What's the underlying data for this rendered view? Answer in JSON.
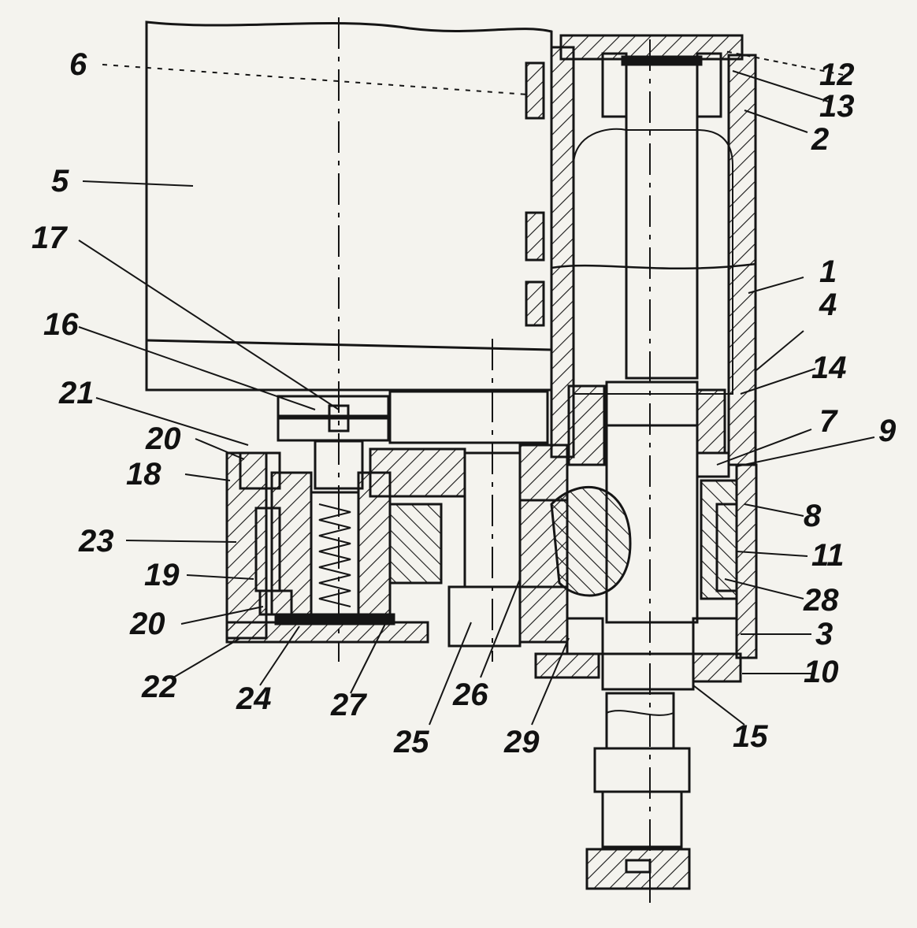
{
  "colors": {
    "ink": "#151515",
    "paper": "#f4f3ee"
  },
  "labels": {
    "l1": "1",
    "l2": "2",
    "l3": "3",
    "l4": "4",
    "l5": "5",
    "l6": "6",
    "l7": "7",
    "l8": "8",
    "l9": "9",
    "l10": "10",
    "l11": "11",
    "l12": "12",
    "l13": "13",
    "l14": "14",
    "l15": "15",
    "l16": "16",
    "l17": "17",
    "l18": "18",
    "l19": "19",
    "l20a": "20",
    "l20b": "20",
    "l21": "21",
    "l22": "22",
    "l23": "23",
    "l24": "24",
    "l25": "25",
    "l26": "26",
    "l27": "27",
    "l28": "28",
    "l29": "29"
  }
}
